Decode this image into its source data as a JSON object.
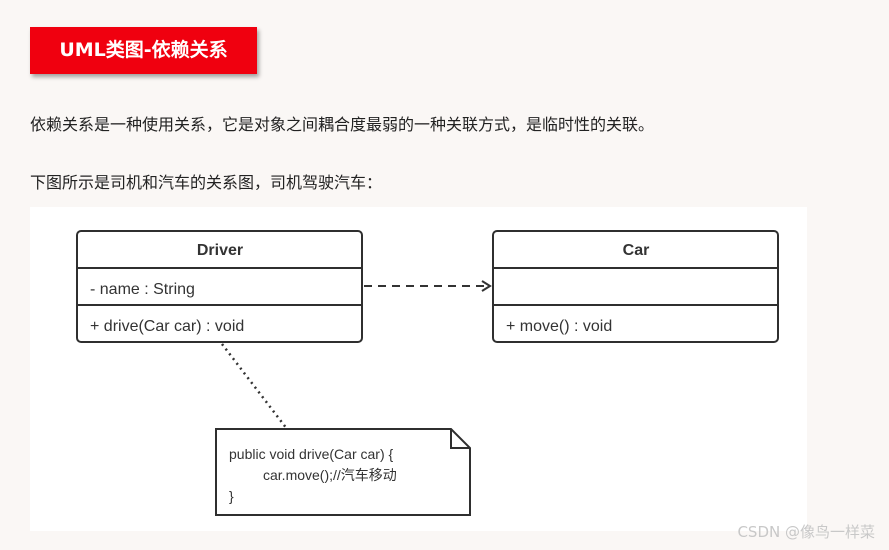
{
  "heading": "UML类图-依赖关系",
  "paragraphs": {
    "intro": "依赖关系是一种使用关系，它是对象之间耦合度最弱的一种关联方式，是临时性的关联。",
    "caption": "下图所示是司机和汽车的关系图，司机驾驶汽车："
  },
  "diagram": {
    "driver": {
      "name": "Driver",
      "attribute": "- name : String",
      "method": "+ drive(Car car) : void"
    },
    "car": {
      "name": "Car",
      "method": "+ move() : void"
    },
    "note": {
      "line1": "public void drive(Car car) {",
      "line2": "car.move();//汽车移动",
      "line3": "}"
    }
  },
  "watermark": "CSDN @像鸟一样菜"
}
